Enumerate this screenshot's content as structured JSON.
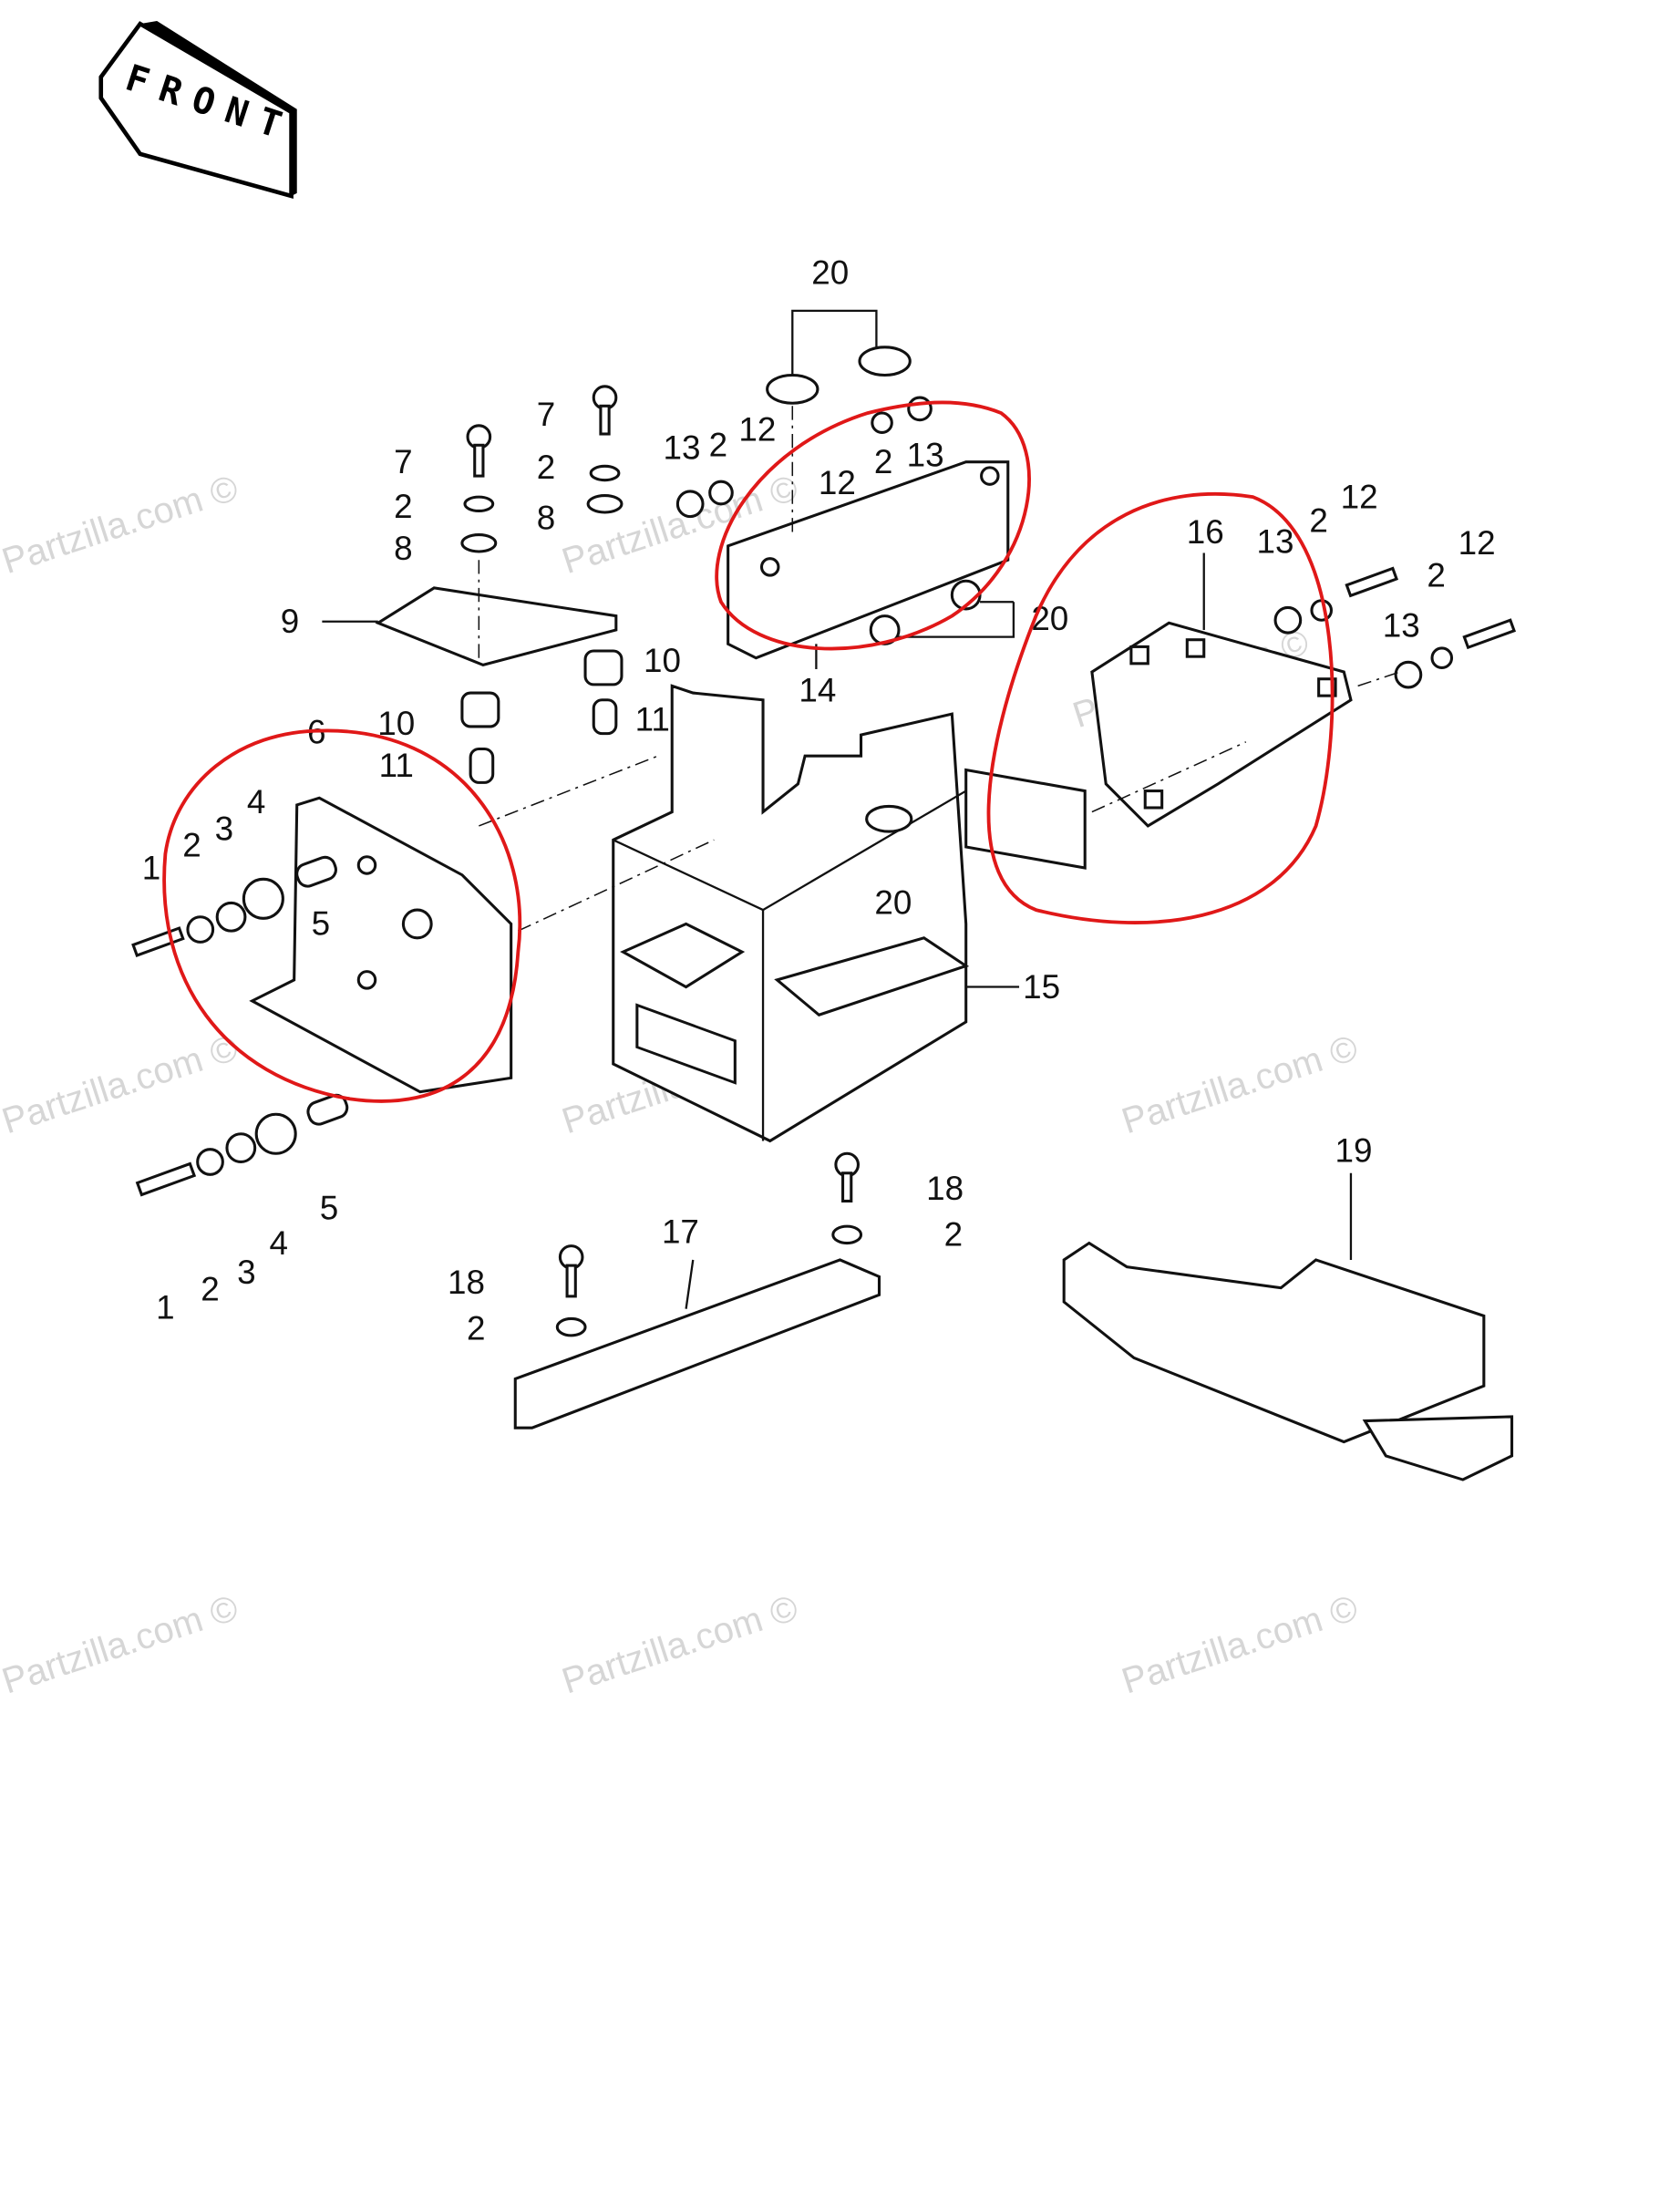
{
  "diagram": {
    "front_label": "FRONT",
    "watermark": "Partzilla.com ©",
    "callouts": [
      "20",
      "7",
      "2",
      "8",
      "7",
      "2",
      "8",
      "13",
      "2",
      "12",
      "12",
      "2",
      "13",
      "9",
      "10",
      "10",
      "11",
      "11",
      "14",
      "20",
      "16",
      "13",
      "2",
      "12",
      "2",
      "12",
      "13",
      "6",
      "1",
      "2",
      "3",
      "4",
      "5",
      "20",
      "15",
      "1",
      "2",
      "3",
      "4",
      "5",
      "18",
      "2",
      "17",
      "18",
      "2",
      "19"
    ],
    "highlight_color": "#e01818"
  }
}
